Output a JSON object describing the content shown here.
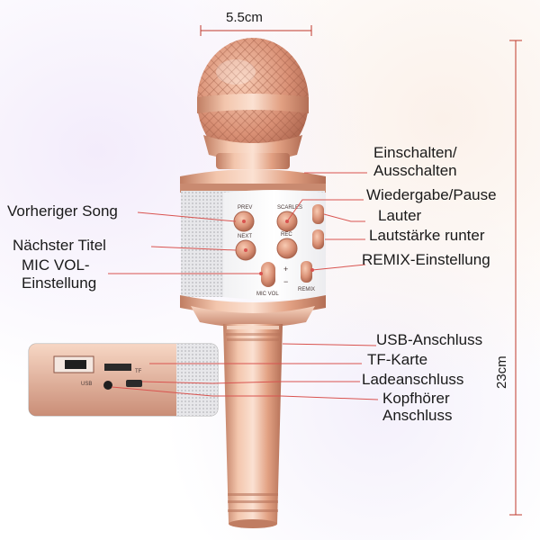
{
  "dimensions": {
    "width": "5.5cm",
    "height": "23cm"
  },
  "callouts": {
    "power": [
      "Einschalten/",
      "Ausschalten"
    ],
    "play_pause": "Wiedergabe/Pause",
    "prev_song": "Vorheriger Song",
    "louder": "Lauter",
    "volume_down": "Lautstärke runter",
    "next_title": "Nächster Titel",
    "mic_vol": [
      "MIC VOL-",
      "Einstellung"
    ],
    "remix": "REMIX-Einstellung",
    "usb_port": "USB-Anschluss",
    "tf_card": "TF-Karte",
    "charging_port": "Ladeanschluss",
    "headphone": [
      "Kopfhörer",
      "Anschluss"
    ]
  },
  "button_labels": {
    "prev": "PREV",
    "scarles": "SCARLES",
    "next": "NEXT",
    "rec": "REC",
    "mic_vol": "MIC VOL",
    "remix": "REMIX",
    "plus": "+",
    "minus": "−"
  },
  "port_labels": {
    "usb": "USB",
    "tf": "TF"
  },
  "colors": {
    "rose_gold": "#e5ab8e",
    "rose_gold_dark": "#b9735a",
    "rose_gold_light": "#f6d6c3",
    "leader_line": "#d9534f",
    "dimension_line": "#c0392b",
    "speaker_grille": "#d9d9dc"
  }
}
